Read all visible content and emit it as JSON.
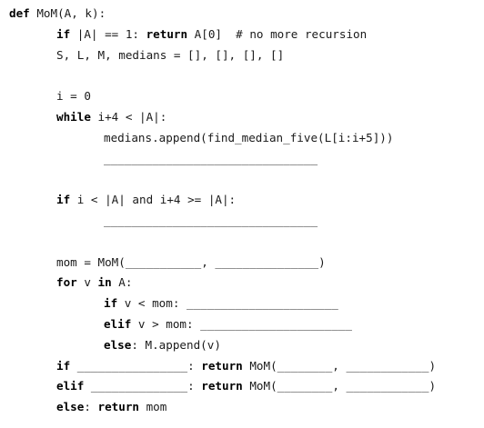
{
  "lines": [
    {
      "indent": 0,
      "parts": [
        {
          "t": "def",
          "kw": true
        },
        {
          "t": " MoM(A, k):"
        }
      ]
    },
    {
      "indent": 1,
      "parts": [
        {
          "t": "if",
          "kw": true
        },
        {
          "t": " |A| == 1: "
        },
        {
          "t": "return",
          "kw": true
        },
        {
          "t": " A[0]  # no more recursion"
        }
      ]
    },
    {
      "indent": 1,
      "parts": [
        {
          "t": "S, L, M, medians = [], [], [], []"
        }
      ]
    },
    {
      "blank": true
    },
    {
      "indent": 1,
      "parts": [
        {
          "t": "i = 0"
        }
      ]
    },
    {
      "indent": 1,
      "parts": [
        {
          "t": "while",
          "kw": true
        },
        {
          "t": " i+4 < |A|:"
        }
      ]
    },
    {
      "indent": 2,
      "parts": [
        {
          "t": "medians.append(find_median_five(L[i:i+5]))"
        }
      ]
    },
    {
      "indent": 2,
      "parts": [
        {
          "t": "_______________________________"
        }
      ]
    },
    {
      "blank": true
    },
    {
      "indent": 1,
      "parts": [
        {
          "t": "if",
          "kw": true
        },
        {
          "t": " i < |A| and i+4 >= |A|:"
        }
      ]
    },
    {
      "indent": 2,
      "parts": [
        {
          "t": "_______________________________"
        }
      ]
    },
    {
      "blank": true
    },
    {
      "indent": 1,
      "parts": [
        {
          "t": "mom = MoM(___________, _______________)"
        }
      ]
    },
    {
      "indent": 1,
      "parts": [
        {
          "t": "for",
          "kw": true
        },
        {
          "t": " v "
        },
        {
          "t": "in",
          "kw": true
        },
        {
          "t": " A:"
        }
      ]
    },
    {
      "indent": 2,
      "parts": [
        {
          "t": "if",
          "kw": true
        },
        {
          "t": " v < mom: ______________________"
        }
      ]
    },
    {
      "indent": 2,
      "parts": [
        {
          "t": "elif",
          "kw": true
        },
        {
          "t": " v > mom: ______________________"
        }
      ]
    },
    {
      "indent": 2,
      "parts": [
        {
          "t": "else",
          "kw": true
        },
        {
          "t": ": M.append(v)"
        }
      ]
    },
    {
      "indent": 1,
      "parts": [
        {
          "t": "if",
          "kw": true
        },
        {
          "t": " ________________: "
        },
        {
          "t": "return",
          "kw": true
        },
        {
          "t": " MoM(________, ____________)"
        }
      ]
    },
    {
      "indent": 1,
      "parts": [
        {
          "t": "elif",
          "kw": true
        },
        {
          "t": " ______________: "
        },
        {
          "t": "return",
          "kw": true
        },
        {
          "t": " MoM(________, ____________)"
        }
      ]
    },
    {
      "indent": 1,
      "parts": [
        {
          "t": "else",
          "kw": true
        },
        {
          "t": ": "
        },
        {
          "t": "return",
          "kw": true
        },
        {
          "t": " mom"
        }
      ]
    }
  ]
}
